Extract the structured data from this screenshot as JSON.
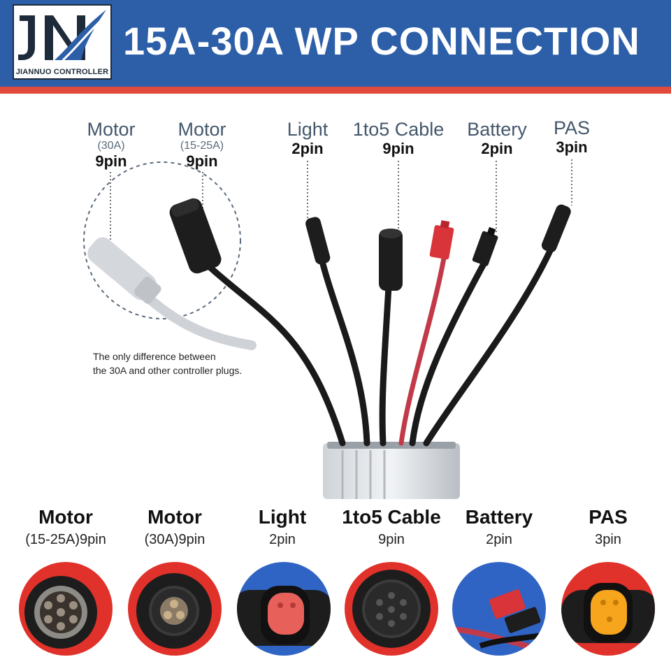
{
  "header": {
    "title": "15A-30A WP CONNECTION",
    "logo_text": "JIANNUO CONTROLLER",
    "bg_color": "#2c5fa8",
    "stripe_color": "#e04a3a"
  },
  "top_labels": [
    {
      "name": "Motor",
      "sub": "(30A)",
      "pin": "9pin"
    },
    {
      "name": "Motor",
      "sub": "(15-25A)",
      "pin": "9pin"
    },
    {
      "name": "Light",
      "pin": "2pin"
    },
    {
      "name": "1to5 Cable",
      "pin": "9pin"
    },
    {
      "name": "Battery",
      "pin": "2pin"
    },
    {
      "name": "PAS",
      "pin": "3pin"
    }
  ],
  "note": {
    "line1": "The only difference between",
    "line2": "the 30A and other controller plugs."
  },
  "bottom_items": [
    {
      "name": "Motor",
      "pin": "(15-25A)9pin",
      "bg": "#e0312a",
      "icon": "motor-15-25a-connector-face"
    },
    {
      "name": "Motor",
      "pin": "(30A)9pin",
      "bg": "#e0312a",
      "icon": "motor-30a-connector-face"
    },
    {
      "name": "Light",
      "pin": "2pin",
      "bg": "#2f64c4",
      "icon": "light-connector-face"
    },
    {
      "name": "1to5 Cable",
      "pin": "9pin",
      "bg": "#e0312a",
      "icon": "cable-1to5-connector-face"
    },
    {
      "name": "Battery",
      "pin": "2pin",
      "bg": "#2f64c4",
      "icon": "battery-connector-face"
    },
    {
      "name": "PAS",
      "pin": "3pin",
      "bg": "#e0312a",
      "icon": "pas-connector-face"
    }
  ]
}
